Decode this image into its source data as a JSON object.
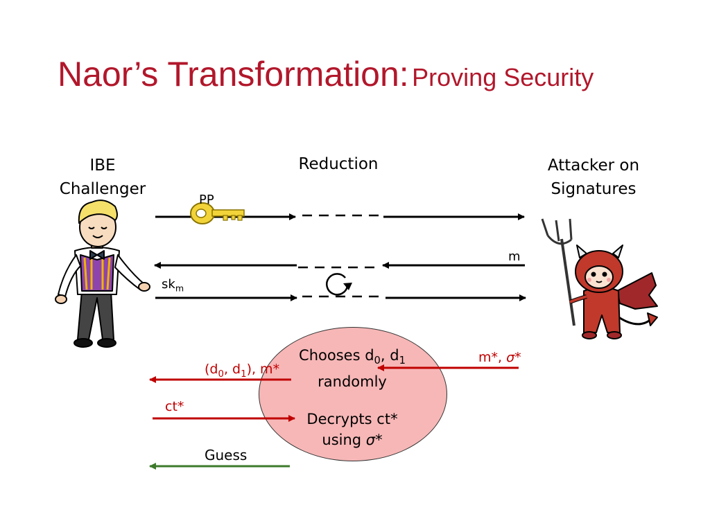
{
  "title": {
    "main": "Naor’s Transformation:",
    "subtitle": "Proving Security"
  },
  "parties": {
    "challenger_line1": "IBE",
    "challenger_line2": "Challenger",
    "reduction": "Reduction",
    "attacker_line1": "Attacker on",
    "attacker_line2": "Signatures"
  },
  "messages": {
    "pp": "PP",
    "m": "m",
    "sk": "sk",
    "sk_sub": "m",
    "d_open": "(d",
    "d0_sub": "0",
    "d_mid": ", d",
    "d1_sub": "1",
    "d_close": "), m*",
    "ct": "ct*",
    "m_sigma_prefix": "m*, ",
    "sigma_star": "σ*",
    "guess": "Guess"
  },
  "reduction_box": {
    "chooses_prefix": "Chooses d",
    "chooses_sub0": "0",
    "chooses_mid": ", d",
    "chooses_sub1": "1",
    "randomly": "randomly",
    "decrypts": "Decrypts ct*",
    "using_prefix": "using ",
    "using_sigma": "σ*"
  },
  "colors": {
    "title": "#b2172b",
    "red": "#c00000",
    "green": "#3d7a2b",
    "ellipse": "#f7b7b7"
  }
}
